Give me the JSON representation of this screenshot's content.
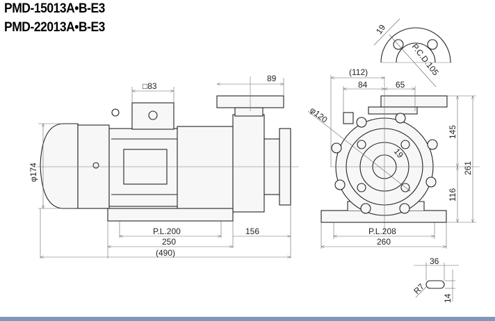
{
  "titles": [
    "PMD-15013A•B-E3",
    "PMD-22013A•B-E3"
  ],
  "side_view": {
    "dims": {
      "square": "□83",
      "outlet_offset": "89",
      "motor_dia": "φ174",
      "pl": "P.L.200",
      "base": "250",
      "total": "(490)",
      "inlet": "156"
    }
  },
  "front_view": {
    "dims": {
      "width_overall": "(112)",
      "left": "84",
      "right": "65",
      "dia": "φ120",
      "bore": "19",
      "upper": "145",
      "lower": "116",
      "height": "261",
      "pl": "P.L.208",
      "base": "260"
    }
  },
  "flange_detail": {
    "hole": "19",
    "pcd": "P.C.D.105"
  },
  "slot_detail": {
    "length": "36",
    "radius": "R7",
    "width": "14"
  },
  "colors": {
    "footer_band": "#7f97b8"
  }
}
